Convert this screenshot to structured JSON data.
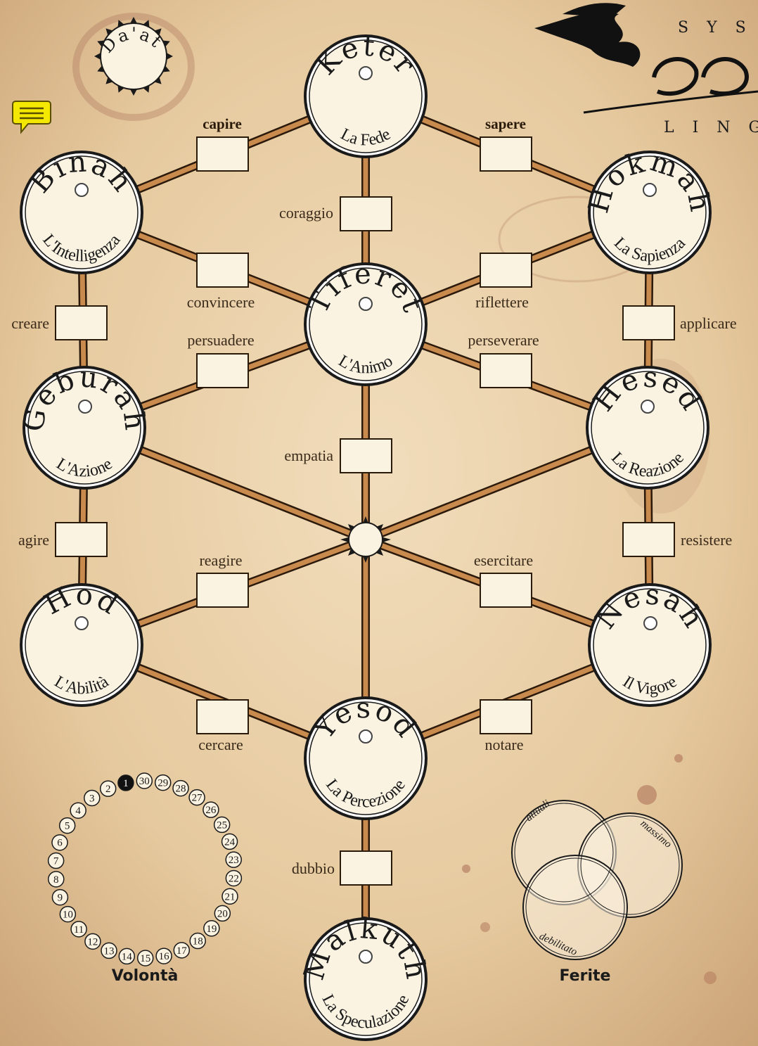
{
  "logo": {
    "top_text": "SYS",
    "bottom_text": "LING"
  },
  "daat": {
    "name": "Da'at"
  },
  "sephirot": [
    {
      "id": "keter",
      "name": "Keter",
      "sub": "La Fede"
    },
    {
      "id": "binah",
      "name": "Binah",
      "sub": "L'Intelligenza"
    },
    {
      "id": "hokmah",
      "name": "Hokmah",
      "sub": "La Sapienza"
    },
    {
      "id": "tiferet",
      "name": "Tiferet",
      "sub": "L'Animo"
    },
    {
      "id": "geburah",
      "name": "Geburah",
      "sub": "L'Azione"
    },
    {
      "id": "hesed",
      "name": "Hesed",
      "sub": "La Reazione"
    },
    {
      "id": "hod",
      "name": "Hod",
      "sub": "L'Abilità"
    },
    {
      "id": "nesah",
      "name": "Nesah",
      "sub": "Il Vigore"
    },
    {
      "id": "yesod",
      "name": "Yesod",
      "sub": "La Percezione"
    },
    {
      "id": "malkuth",
      "name": "Malkuth",
      "sub": "La Speculazione"
    }
  ],
  "paths": {
    "capire": "capire",
    "sapere": "sapere",
    "coraggio": "coraggio",
    "convincere": "convincere",
    "riflettere": "riflettere",
    "creare": "creare",
    "applicare": "applicare",
    "persuadere": "persuadere",
    "perseverare": "perseverare",
    "empatia": "empatia",
    "agire": "agire",
    "resistere": "resistere",
    "reagire": "reagire",
    "esercitare": "esercitare",
    "cercare": "cercare",
    "notare": "notare",
    "dubbio": "dubbio"
  },
  "volonta": {
    "title": "Volontà",
    "numbers": [
      "1",
      "2",
      "3",
      "4",
      "5",
      "6",
      "7",
      "8",
      "9",
      "10",
      "11",
      "12",
      "13",
      "14",
      "15",
      "16",
      "17",
      "18",
      "19",
      "20",
      "21",
      "22",
      "23",
      "24",
      "25",
      "26",
      "27",
      "28",
      "29",
      "30"
    ],
    "selected": "1"
  },
  "ferite": {
    "title": "Ferite",
    "attuali": "attuali",
    "massimo": "massimo",
    "debilitato": "debilitato"
  },
  "colors": {
    "path_fill": "#c98a4e",
    "path_edge": "#2b1a0c",
    "parchment": "#e8cfa8",
    "note_icon": "#f5e800"
  }
}
